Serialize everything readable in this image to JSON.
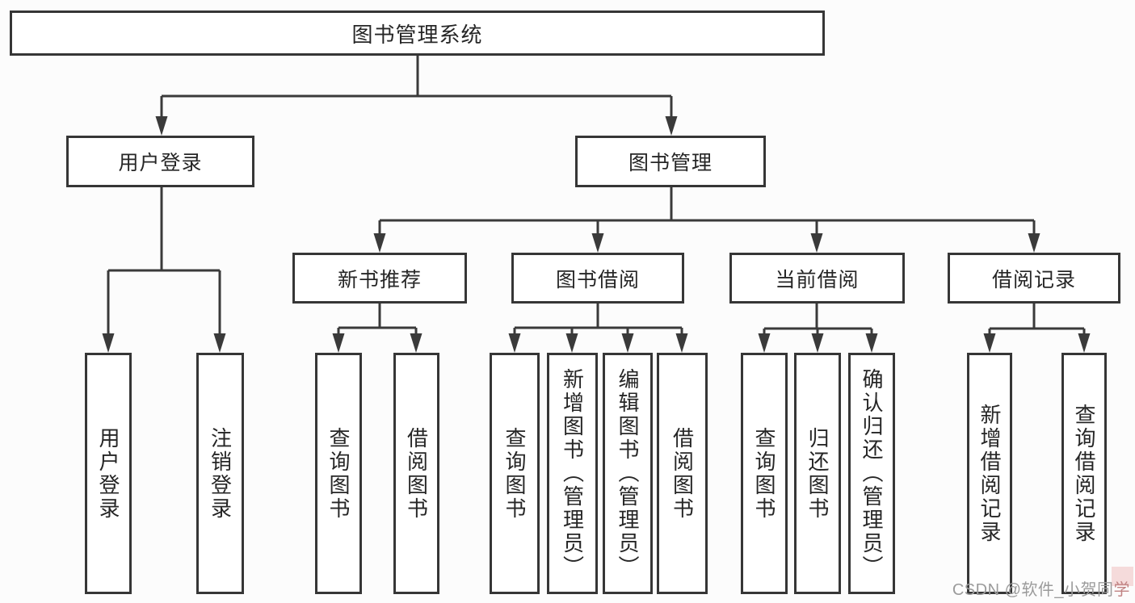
{
  "diagram": {
    "root": {
      "label": "图书管理系统"
    },
    "level2": [
      {
        "label": "用户登录",
        "leaves": [
          "用户登录",
          "注销登录"
        ]
      },
      {
        "label": "图书管理",
        "groups": [
          {
            "label": "新书推荐",
            "leaves": [
              "查询图书",
              "借阅图书"
            ]
          },
          {
            "label": "图书借阅",
            "leaves": [
              "查询图书",
              "新增图书（管理员）",
              "编辑图书（管理员）",
              "借阅图书"
            ]
          },
          {
            "label": "当前借阅",
            "leaves": [
              "查询图书",
              "归还图书",
              "确认归还（管理员）"
            ]
          },
          {
            "label": "借阅记录",
            "leaves": [
              "新增借阅记录",
              "查询借阅记录"
            ]
          }
        ]
      }
    ]
  },
  "watermark": {
    "prefix": "CSDN @软件_小贺同",
    "accent": "学",
    "text_color": "#9b9b9b",
    "accent_color": "#c08282"
  },
  "colors": {
    "line": "#3a3a3a",
    "box_border": "#363636",
    "box_fill": "#ffffff",
    "text": "#262626",
    "background": "#fcfcfc"
  }
}
